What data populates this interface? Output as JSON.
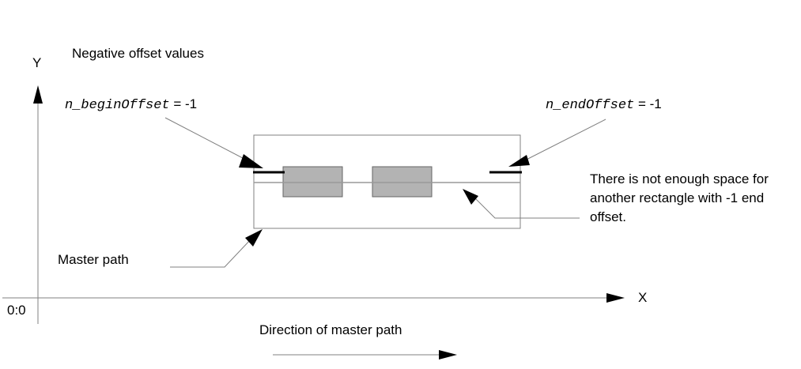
{
  "title": "Negative offset values",
  "axes": {
    "y_label": "Y",
    "x_label": "X",
    "origin_label": "0:0"
  },
  "begin_offset": {
    "name": "n_beginOffset",
    "value_text": "= -1"
  },
  "end_offset": {
    "name": "n_endOffset",
    "value_text": "= -1"
  },
  "note": "There is not enough space for another rectangle with -1 end offset.",
  "master_path_label": "Master path",
  "direction_label": "Direction of master path",
  "colors": {
    "rect_fill": "#b3b3b3",
    "line": "#808080",
    "bar": "#000000"
  }
}
